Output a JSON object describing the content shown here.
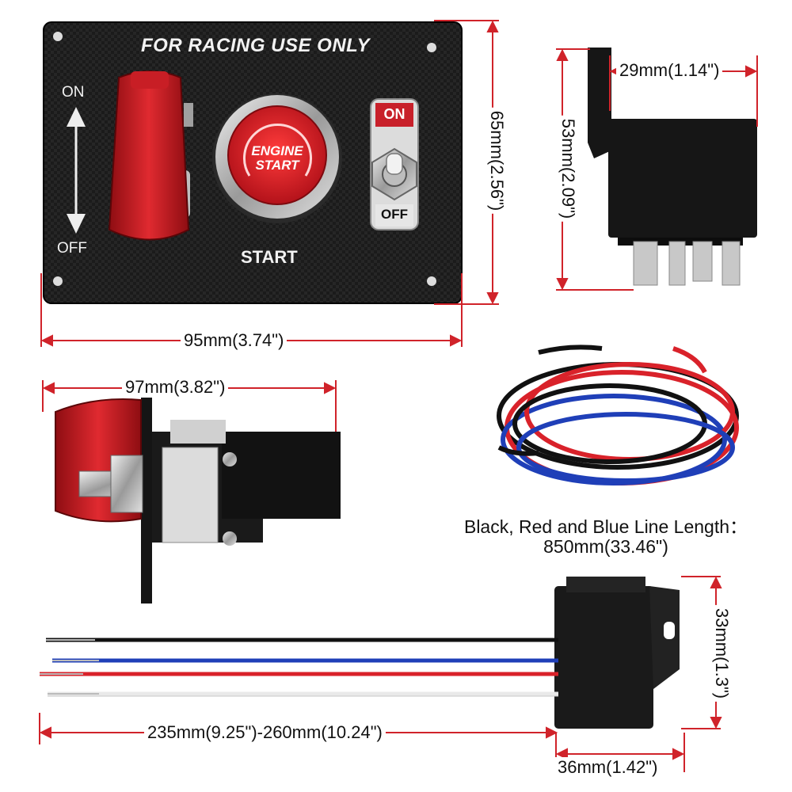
{
  "panel": {
    "header": "FOR RACING USE ONLY",
    "left_switch_on": "ON",
    "left_switch_off": "OFF",
    "button_line1": "ENGINE",
    "button_line2": "START",
    "start_label": "START",
    "toggle_on": "ON",
    "toggle_off": "OFF"
  },
  "dimensions": {
    "panel_height": "65mm(2.56\")",
    "panel_width": "95mm(3.74\")",
    "relay_height": "53mm(2.09\")",
    "relay_width": "29mm(1.14\")",
    "side_depth": "97mm(3.82\")",
    "socket_height": "33mm(1.3\")",
    "socket_width": "36mm(1.42\")",
    "wire_length": "235mm(9.25\")-260mm(10.24\")"
  },
  "cable_caption": {
    "line1": "Black, Red and Blue Line Length：",
    "line2": "850mm(33.46\")"
  },
  "colors": {
    "panel": "#1c1c1c",
    "accent_red": "#d41f26",
    "dim_line": "#d0232a",
    "wire_black": "#111111",
    "wire_red": "#d9222a",
    "wire_blue": "#1f3fb8",
    "wire_white": "#e9e9e9"
  }
}
